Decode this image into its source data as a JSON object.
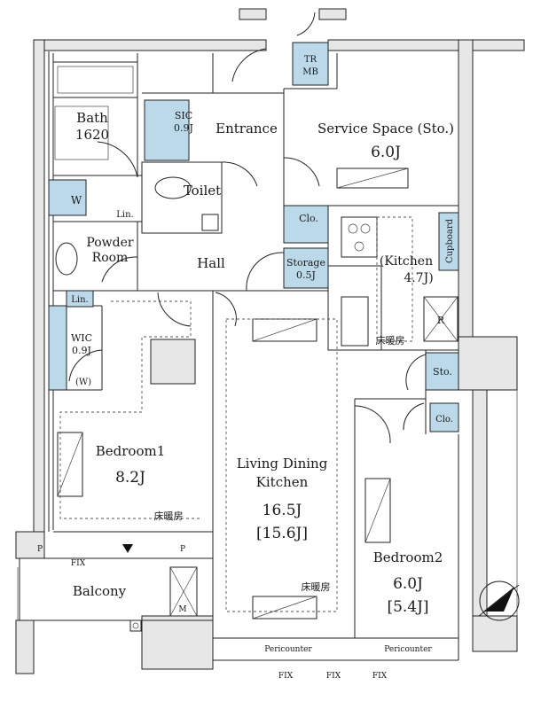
{
  "rooms": {
    "tr_mb": [
      "TR",
      "MB"
    ],
    "bath": [
      "Bath",
      "1620"
    ],
    "sic": [
      "SIC",
      "0.9J"
    ],
    "entrance": "Entrance",
    "service_space": [
      "Service Space (Sto.)",
      "6.0J"
    ],
    "toilet": "Toilet",
    "w": "W",
    "lin_upper": "Lin.",
    "clo_upper": "Clo.",
    "powder_room": [
      "Powder",
      "Room"
    ],
    "hall": "Hall",
    "storage": [
      "Storage",
      "0.5J"
    ],
    "kitchen": [
      "(Kitchen",
      "4.7J)"
    ],
    "cupboard": "Cupboard",
    "lin_lower": "Lin.",
    "r": "R",
    "wic": [
      "WIC",
      "0.9J"
    ],
    "w_paren": "(W)",
    "sto": "Sto.",
    "clo_lower": "Clo.",
    "bedroom1": [
      "Bedroom1",
      "8.2J"
    ],
    "ldk": [
      "Living Dining",
      "Kitchen",
      "16.5J",
      "[15.6J]"
    ],
    "bedroom2": [
      "Bedroom2",
      "6.0J",
      "[5.4J]"
    ],
    "balcony": "Balcony",
    "m": "M",
    "p_left": "P",
    "p_right": "P"
  },
  "floor_heating": [
    "床暖房",
    "床暖房",
    "床暖房"
  ],
  "fix_labels": [
    "FIX",
    "FIX",
    "FIX",
    "FIX"
  ],
  "pericounter": [
    "Pericounter",
    "Pericounter"
  ],
  "colors": {
    "storage_fill": "#bcd9ea",
    "wall": "#222222",
    "column": "#e7e7e7"
  },
  "icons": [
    "compass-north-icon",
    "entrance-arrow-icon",
    "door-swing-icon",
    "stove-icon"
  ]
}
